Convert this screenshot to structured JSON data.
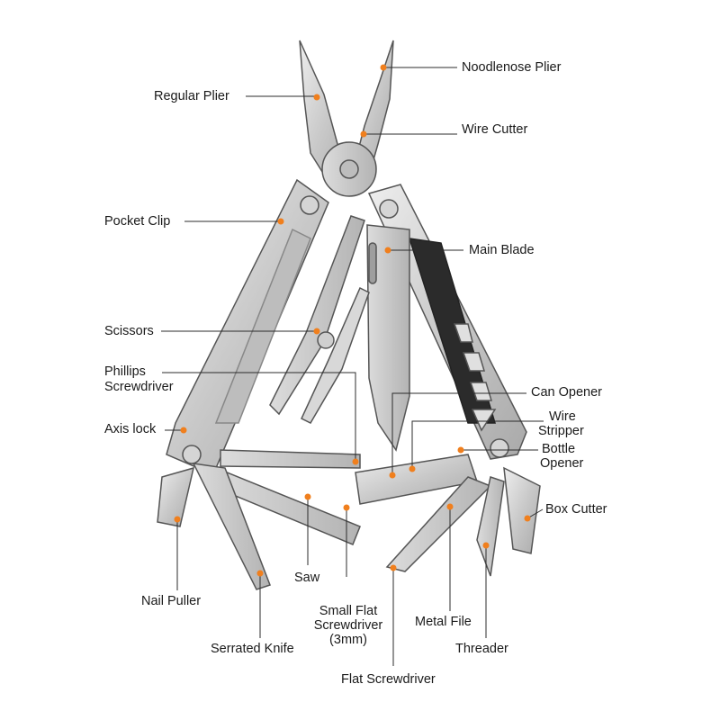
{
  "accent_color": "#f07f1d",
  "labels": {
    "regular_plier": "Regular Plier",
    "noodlenose_plier": "Noodlenose Plier",
    "wire_cutter": "Wire Cutter",
    "pocket_clip": "Pocket Clip",
    "main_blade": "Main Blade",
    "scissors": "Scissors",
    "phillips_1": "Phillips",
    "phillips_2": "Screwdriver",
    "can_opener": "Can Opener",
    "wire_stripper_1": "Wire",
    "wire_stripper_2": "Stripper",
    "axis_lock": "Axis lock",
    "bottle_opener_1": "Bottle",
    "bottle_opener_2": "Opener",
    "box_cutter": "Box Cutter",
    "saw": "Saw",
    "nail_puller": "Nail Puller",
    "small_flat_1": "Small Flat",
    "small_flat_2": "Screwdriver",
    "small_flat_3": "(3mm)",
    "metal_file": "Metal File",
    "threader": "Threader",
    "serrated_knife": "Serrated Knife",
    "flat_screwdriver": "Flat Screwdriver"
  }
}
